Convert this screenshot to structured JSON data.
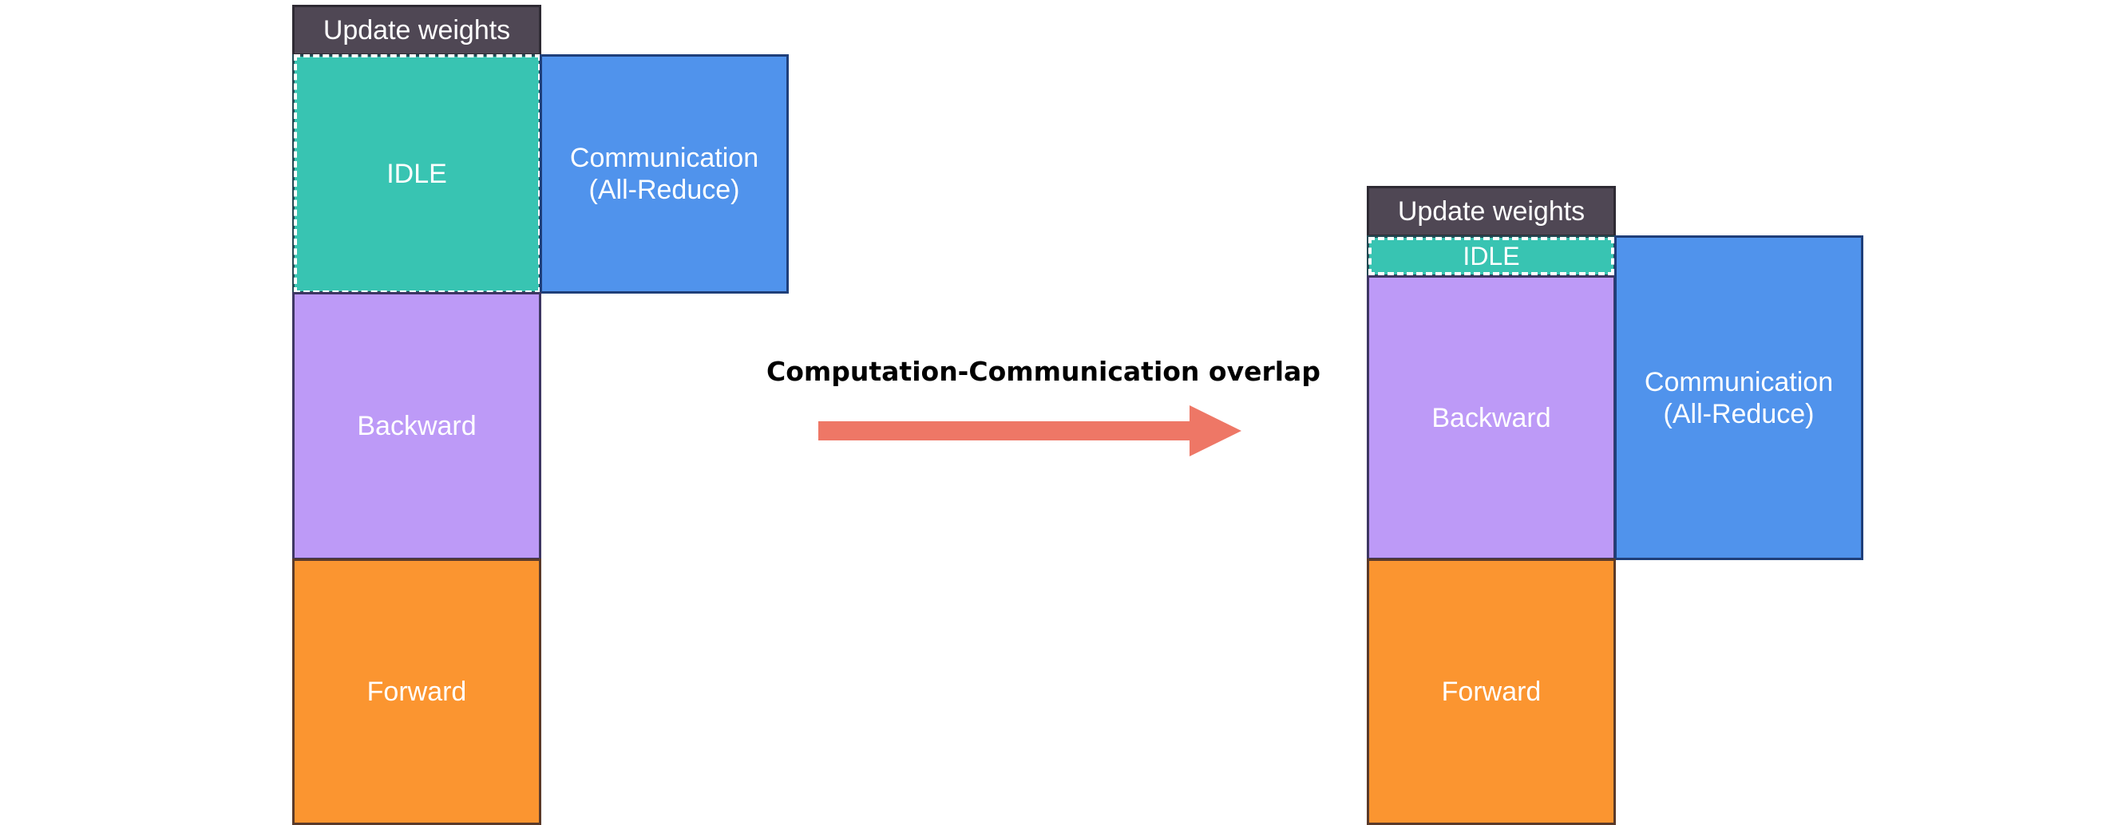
{
  "left_stack": {
    "update_label": "Update weights",
    "idle_label": "IDLE",
    "comm_label_line1": "Communication",
    "comm_label_line2": "(All-Reduce)",
    "backward_label": "Backward",
    "forward_label": "Forward"
  },
  "right_stack": {
    "update_label": "Update weights",
    "idle_label": "IDLE",
    "comm_label_line1": "Communication",
    "comm_label_line2": "(All-Reduce)",
    "backward_label": "Backward",
    "forward_label": "Forward"
  },
  "transition": {
    "label": "Computation-Communication overlap",
    "arrow_color": "#ee7766"
  },
  "colors": {
    "update": "#4f4754",
    "idle": "#38c4b2",
    "communication": "#5093ec",
    "backward": "#bd9af7",
    "forward": "#fb9530"
  }
}
